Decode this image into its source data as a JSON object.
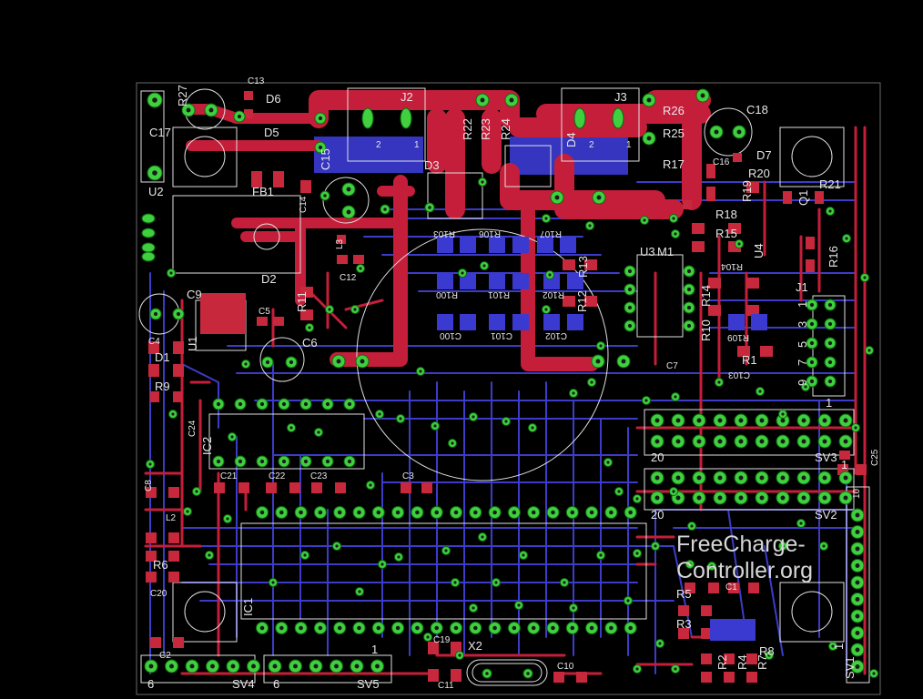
{
  "branding": {
    "line1": "FreeCharge-",
    "line2": "Controller.org"
  },
  "colors": {
    "background": "#000000",
    "top_copper": "#c41e3a",
    "bottom_copper": "#3c3cc8",
    "pads": "#3fcf3f",
    "silkscreen": "#e0e0e0"
  },
  "components": [
    {
      "id": "c17",
      "label": "C17"
    },
    {
      "id": "r27",
      "label": "R27"
    },
    {
      "id": "c13",
      "label": "C13"
    },
    {
      "id": "d6",
      "label": "D6"
    },
    {
      "id": "d5",
      "label": "D5"
    },
    {
      "id": "u2",
      "label": "U2"
    },
    {
      "id": "fb1",
      "label": "FB1"
    },
    {
      "id": "c14",
      "label": "C14"
    },
    {
      "id": "c15",
      "label": "C15"
    },
    {
      "id": "j2",
      "label": "J2"
    },
    {
      "id": "r22",
      "label": "R22"
    },
    {
      "id": "r23",
      "label": "R23"
    },
    {
      "id": "r24",
      "label": "R24"
    },
    {
      "id": "d3",
      "label": "D3"
    },
    {
      "id": "d4",
      "label": "D4"
    },
    {
      "id": "j3",
      "label": "J3"
    },
    {
      "id": "r26",
      "label": "R26"
    },
    {
      "id": "r25",
      "label": "R25"
    },
    {
      "id": "r17",
      "label": "R17"
    },
    {
      "id": "c18",
      "label": "C18"
    },
    {
      "id": "d7",
      "label": "D7"
    },
    {
      "id": "c16",
      "label": "C16"
    },
    {
      "id": "r20",
      "label": "R20"
    },
    {
      "id": "r21",
      "label": "R21"
    },
    {
      "id": "q1",
      "label": "Q1"
    },
    {
      "id": "r19",
      "label": "R19"
    },
    {
      "id": "r18",
      "label": "R18"
    },
    {
      "id": "r15",
      "label": "R15"
    },
    {
      "id": "u4",
      "label": "U4"
    },
    {
      "id": "r16",
      "label": "R16"
    },
    {
      "id": "l3",
      "label": "L3"
    },
    {
      "id": "c12",
      "label": "C12"
    },
    {
      "id": "d2",
      "label": "D2"
    },
    {
      "id": "r103",
      "label": "R103"
    },
    {
      "id": "r106",
      "label": "R106"
    },
    {
      "id": "r107",
      "label": "R107"
    },
    {
      "id": "u3",
      "label": "U3"
    },
    {
      "id": "m1",
      "label": "M1"
    },
    {
      "id": "r13",
      "label": "R13"
    },
    {
      "id": "r100",
      "label": "R100"
    },
    {
      "id": "r101",
      "label": "R101"
    },
    {
      "id": "r102",
      "label": "R102"
    },
    {
      "id": "r12",
      "label": "R12"
    },
    {
      "id": "r104",
      "label": "R104"
    },
    {
      "id": "r14",
      "label": "R14"
    },
    {
      "id": "c9",
      "label": "C9"
    },
    {
      "id": "c5",
      "label": "C5"
    },
    {
      "id": "r11",
      "label": "R11"
    },
    {
      "id": "u1",
      "label": "U1"
    },
    {
      "id": "c4",
      "label": "C4"
    },
    {
      "id": "c6",
      "label": "C6"
    },
    {
      "id": "c100",
      "label": "C100"
    },
    {
      "id": "c101",
      "label": "C101"
    },
    {
      "id": "c102",
      "label": "C102"
    },
    {
      "id": "r10",
      "label": "R10"
    },
    {
      "id": "r109",
      "label": "R109"
    },
    {
      "id": "r1",
      "label": "R1"
    },
    {
      "id": "c103",
      "label": "C103"
    },
    {
      "id": "c7",
      "label": "C7"
    },
    {
      "id": "j1",
      "label": "J1"
    },
    {
      "id": "d1",
      "label": "D1"
    },
    {
      "id": "r9",
      "label": "R9"
    },
    {
      "id": "c24",
      "label": "C24"
    },
    {
      "id": "ic2",
      "label": "IC2"
    },
    {
      "id": "c21",
      "label": "C21"
    },
    {
      "id": "c22",
      "label": "C22"
    },
    {
      "id": "c23",
      "label": "C23"
    },
    {
      "id": "c3",
      "label": "C3"
    },
    {
      "id": "sv3",
      "label": "SV3"
    },
    {
      "id": "c25",
      "label": "C25"
    },
    {
      "id": "c8",
      "label": "C8"
    },
    {
      "id": "l2",
      "label": "L2"
    },
    {
      "id": "sv2",
      "label": "SV2"
    },
    {
      "id": "r6",
      "label": "R6"
    },
    {
      "id": "c20",
      "label": "C20"
    },
    {
      "id": "ic1",
      "label": "IC1"
    },
    {
      "id": "r5",
      "label": "R5"
    },
    {
      "id": "c1",
      "label": "C1"
    },
    {
      "id": "r3",
      "label": "R3"
    },
    {
      "id": "r8",
      "label": "R8"
    },
    {
      "id": "r2",
      "label": "R2"
    },
    {
      "id": "r4",
      "label": "R4"
    },
    {
      "id": "r7",
      "label": "R7"
    },
    {
      "id": "sv1",
      "label": "SV1"
    },
    {
      "id": "c19",
      "label": "C19"
    },
    {
      "id": "x2",
      "label": "X2"
    },
    {
      "id": "c11",
      "label": "C11"
    },
    {
      "id": "c10",
      "label": "C10"
    },
    {
      "id": "c2",
      "label": "C2"
    },
    {
      "id": "sv4",
      "label": "SV4"
    },
    {
      "id": "sv5",
      "label": "SV5"
    }
  ],
  "pin_labels": {
    "j2_pin2": "2",
    "j2_pin1": "1",
    "d4_pin2": "2",
    "j3_pin1": "1",
    "j1_1": "1",
    "j1_3": "3",
    "j1_5": "5",
    "j1_7": "7",
    "j1_9": "9",
    "sv3_1": "1",
    "sv3_20": "20",
    "sv2_20": "20",
    "sv2_10": "10",
    "sv2_1": "1",
    "sv4_6": "6",
    "sv5_6": "6",
    "sv5_1": "1",
    "sv1_1": "1"
  }
}
